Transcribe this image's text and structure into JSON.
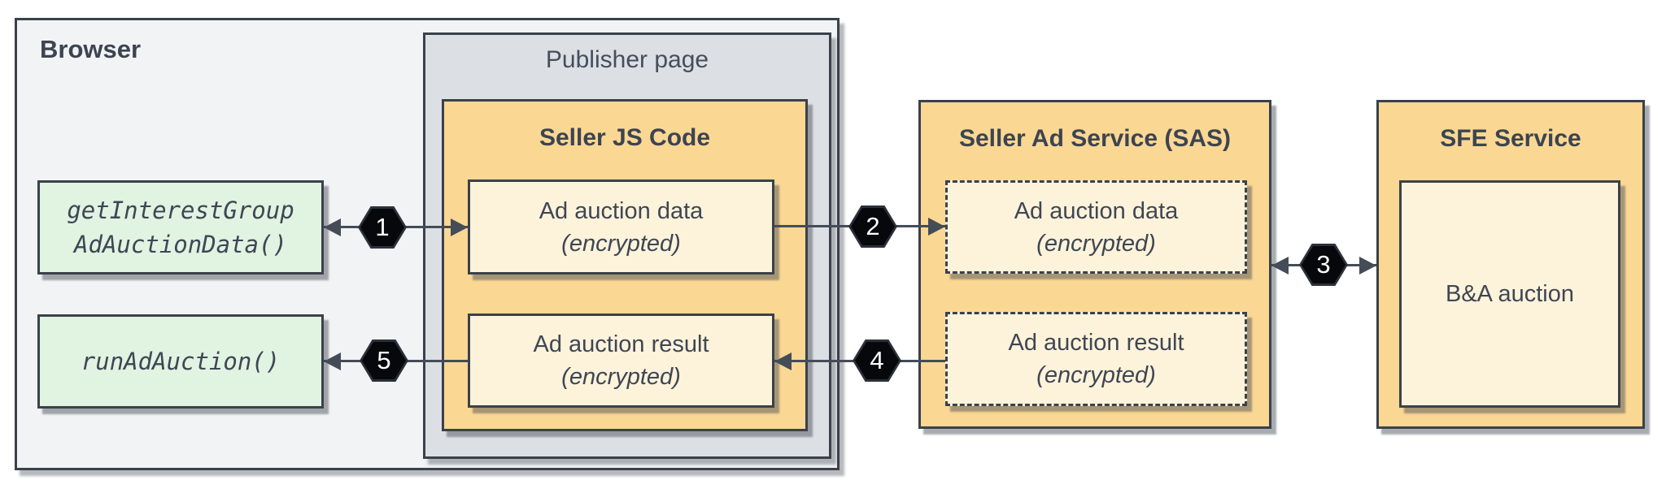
{
  "browser": {
    "label": "Browser"
  },
  "publisher": {
    "label": "Publisher page"
  },
  "seller_js": {
    "title": "Seller JS Code",
    "data_box": {
      "line1": "Ad auction data",
      "line2": "(encrypted)"
    },
    "result_box": {
      "line1": "Ad auction result",
      "line2": "(encrypted)"
    }
  },
  "browser_calls": {
    "get_interest_group": {
      "line1": "getInterestGroup",
      "line2": "AdAuctionData()"
    },
    "run_ad_auction": {
      "line1": "runAdAuction()"
    }
  },
  "sas": {
    "title": "Seller Ad Service (SAS)",
    "data_box": {
      "line1": "Ad auction data",
      "line2": "(encrypted)"
    },
    "result_box": {
      "line1": "Ad auction result",
      "line2": "(encrypted)"
    }
  },
  "sfe": {
    "title": "SFE Service",
    "auction_box": {
      "label": "B&A auction"
    }
  },
  "steps": {
    "s1": "1",
    "s2": "2",
    "s3": "3",
    "s4": "4",
    "s5": "5"
  },
  "colors": {
    "orange": "#fbd794",
    "cream": "#fdf3da",
    "green": "#e1f3e1",
    "browser_bg": "#f1f3f5",
    "publisher_bg": "#dcdfe4",
    "border": "#3a414b",
    "text": "#3c4450",
    "arrow": "#454c58",
    "hex_fill": "#06080b",
    "hex_ring": "#2b313a"
  }
}
